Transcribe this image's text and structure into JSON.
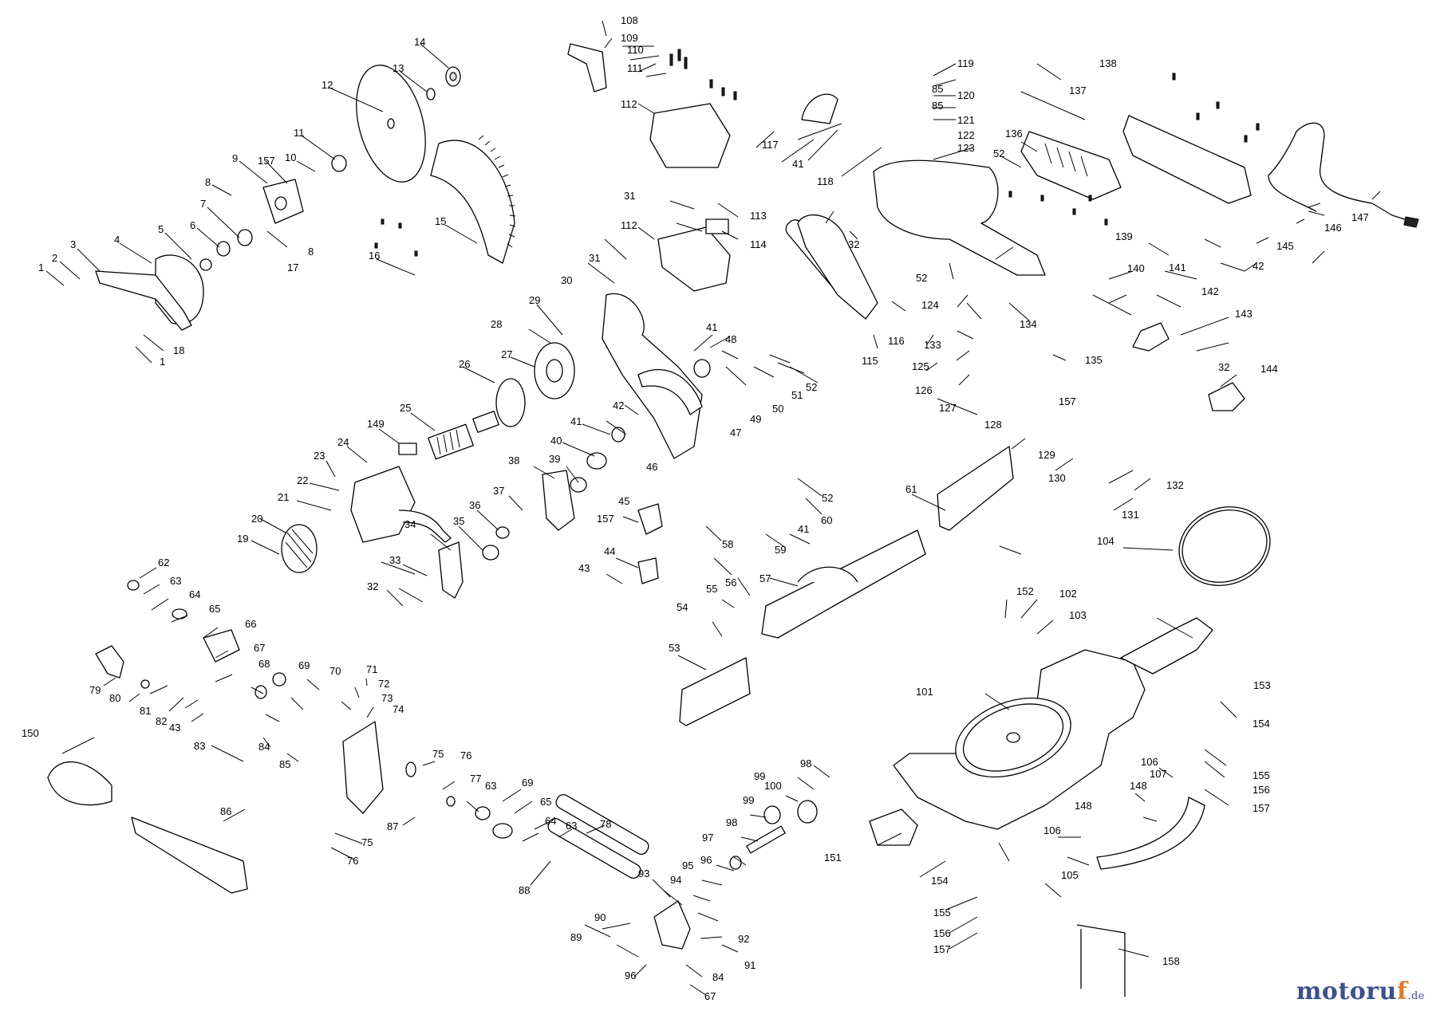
{
  "watermark": {
    "brand_main": "motoru",
    "brand_accent": "f",
    "brand_tld": ".de",
    "colors": {
      "main": "#3c4f8f",
      "accent": "#e07a2e"
    }
  },
  "labels": {
    "l1a": "1",
    "l1b": "1",
    "l2": "2",
    "l3": "3",
    "l4": "4",
    "l5": "5",
    "l6": "6",
    "l7": "7",
    "l8a": "8",
    "l8b": "8",
    "l9": "9",
    "l10": "10",
    "l11": "11",
    "l12": "12",
    "l13": "13",
    "l14": "14",
    "l15": "15",
    "l16": "16",
    "l17": "17",
    "l18": "18",
    "l19": "19",
    "l20": "20",
    "l21": "21",
    "l22": "22",
    "l23": "23",
    "l24": "24",
    "l25": "25",
    "l26": "26",
    "l27": "27",
    "l28": "28",
    "l29": "29",
    "l30": "30",
    "l31a": "31",
    "l31b": "31",
    "l32a": "32",
    "l32b": "32",
    "l32c": "32",
    "l33": "33",
    "l34": "34",
    "l35": "35",
    "l36": "36",
    "l37": "37",
    "l38": "38",
    "l39": "39",
    "l40": "40",
    "l41a": "41",
    "l41b": "41",
    "l41c": "41",
    "l41d": "41",
    "l42a": "42",
    "l42b": "42",
    "l43a": "43",
    "l43b": "43",
    "l44": "44",
    "l45": "45",
    "l46": "46",
    "l47": "47",
    "l48": "48",
    "l49": "49",
    "l50": "50",
    "l51": "51",
    "l52a": "52",
    "l52b": "52",
    "l52c": "52",
    "l52d": "52",
    "l53": "53",
    "l54": "54",
    "l55": "55",
    "l56": "56",
    "l57": "57",
    "l58": "58",
    "l59": "59",
    "l60": "60",
    "l61": "61",
    "l62": "62",
    "l63a": "63",
    "l63b": "63",
    "l63c": "63",
    "l64a": "64",
    "l64b": "64",
    "l65a": "65",
    "l65b": "65",
    "l66": "66",
    "l67a": "67",
    "l67b": "67",
    "l68": "68",
    "l69a": "69",
    "l69b": "69",
    "l70": "70",
    "l71": "71",
    "l72": "72",
    "l73": "73",
    "l74": "74",
    "l75a": "75",
    "l75b": "75",
    "l76a": "76",
    "l76b": "76",
    "l77": "77",
    "l78": "78",
    "l79": "79",
    "l80": "80",
    "l81": "81",
    "l82": "82",
    "l83": "83",
    "l84a": "84",
    "l84b": "84",
    "l85a": "85",
    "l85b": "85",
    "l85c": "85",
    "l86": "86",
    "l87": "87",
    "l88": "88",
    "l89": "89",
    "l90": "90",
    "l91": "91",
    "l92": "92",
    "l93": "93",
    "l94": "94",
    "l95": "95",
    "l96a": "96",
    "l96b": "96",
    "l97": "97",
    "l98a": "98",
    "l98b": "98",
    "l99a": "99",
    "l99b": "99",
    "l100": "100",
    "l101": "101",
    "l102": "102",
    "l103": "103",
    "l104": "104",
    "l105": "105",
    "l106a": "106",
    "l106b": "106",
    "l107": "107",
    "l108": "108",
    "l109": "109",
    "l110": "110",
    "l111": "111",
    "l112a": "112",
    "l112b": "112",
    "l113": "113",
    "l114": "114",
    "l115": "115",
    "l116": "116",
    "l117": "117",
    "l118": "118",
    "l119": "119",
    "l120": "120",
    "l121": "121",
    "l122": "122",
    "l123": "123",
    "l124": "124",
    "l125": "125",
    "l126": "126",
    "l127": "127",
    "l128": "128",
    "l129": "129",
    "l130": "130",
    "l131": "131",
    "l132": "132",
    "l133": "133",
    "l134": "134",
    "l135": "135",
    "l136": "136",
    "l137": "137",
    "l138": "138",
    "l139": "139",
    "l140": "140",
    "l141": "141",
    "l142": "142",
    "l143": "143",
    "l144": "144",
    "l145": "145",
    "l146": "146",
    "l147": "147",
    "l148a": "148",
    "l148b": "148",
    "l149": "149",
    "l150": "150",
    "l151": "151",
    "l152": "152",
    "l153": "153",
    "l154a": "154",
    "l154b": "154",
    "l155a": "155",
    "l155b": "155",
    "l156a": "156",
    "l156b": "156",
    "l157a": "157",
    "l157b": "157",
    "l157c": "157",
    "l157d": "157",
    "l157e": "157",
    "l158": "158"
  }
}
